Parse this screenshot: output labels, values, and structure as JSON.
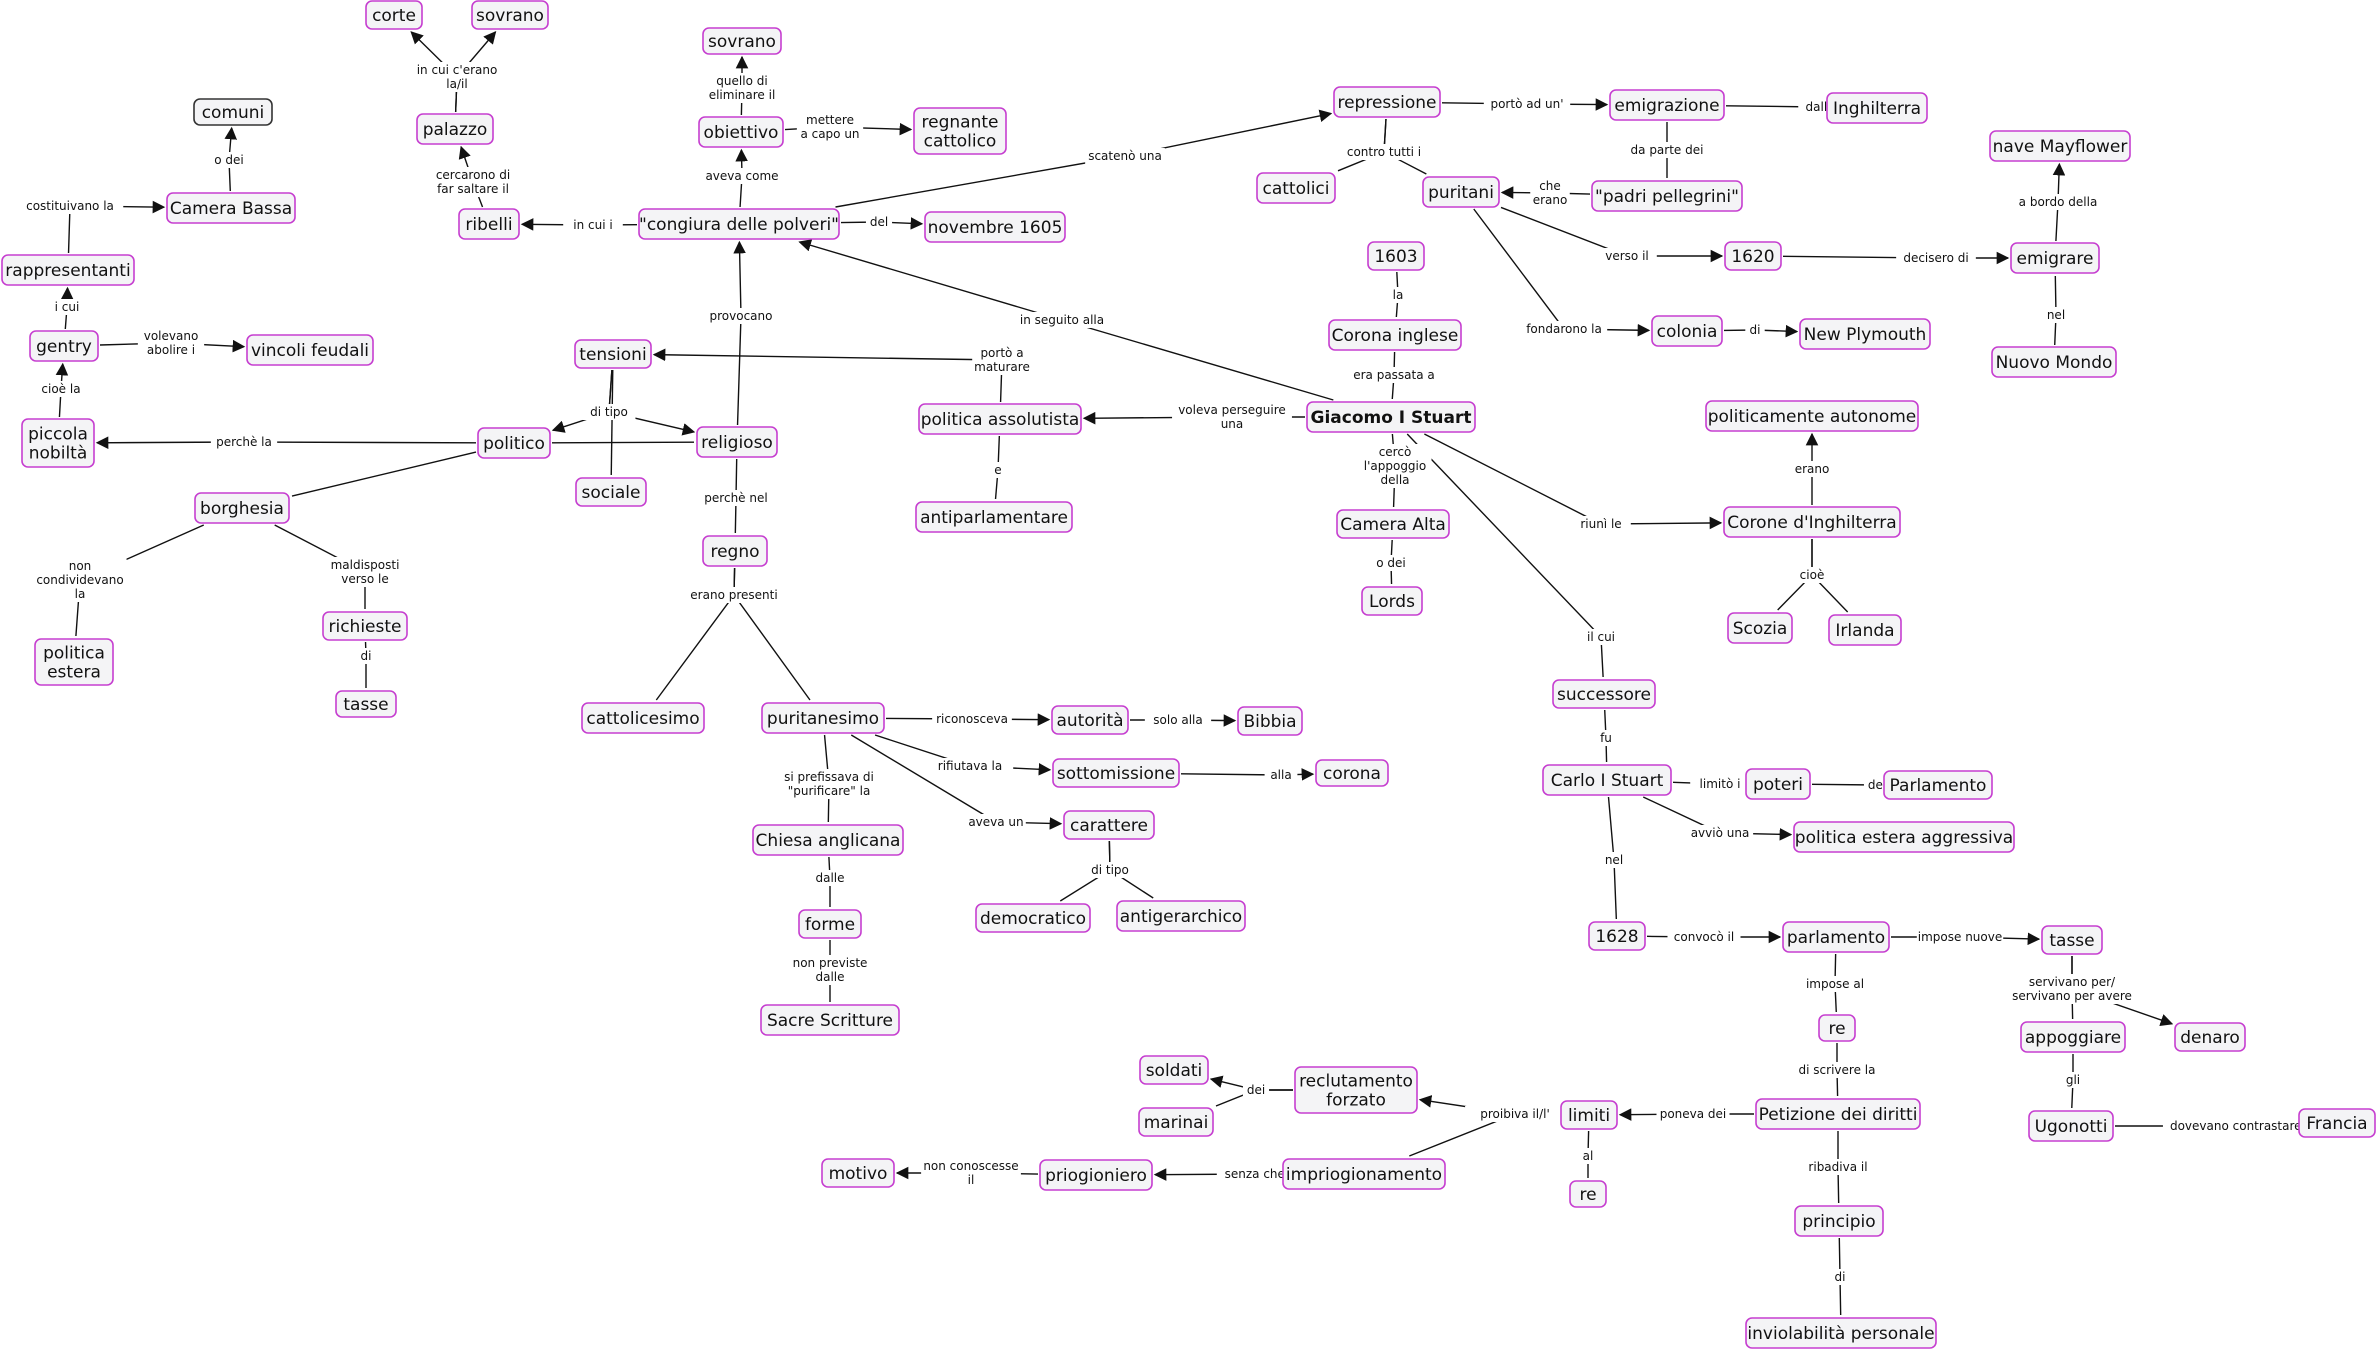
{
  "nodes": [
    {
      "id": "corte",
      "text": "corte"
    },
    {
      "id": "sovrano1",
      "text": "sovrano"
    },
    {
      "id": "sovrano2",
      "text": "sovrano"
    },
    {
      "id": "comuni",
      "text": "comuni",
      "dark": true
    },
    {
      "id": "palazzo",
      "text": "palazzo"
    },
    {
      "id": "obiettivo",
      "text": "obiettivo"
    },
    {
      "id": "regnante",
      "text": "regnante\ncattolico"
    },
    {
      "id": "repressione",
      "text": "repressione"
    },
    {
      "id": "emigrazione",
      "text": "emigrazione"
    },
    {
      "id": "inghilterra",
      "text": "Inghilterra"
    },
    {
      "id": "mayflower",
      "text": "nave Mayflower"
    },
    {
      "id": "camerabassa",
      "text": "Camera Bassa"
    },
    {
      "id": "ribelli",
      "text": "ribelli"
    },
    {
      "id": "congiura",
      "text": "\"congiura delle polveri\""
    },
    {
      "id": "nov1605",
      "text": "novembre 1605"
    },
    {
      "id": "cattolici",
      "text": "cattolici"
    },
    {
      "id": "puritani",
      "text": "puritani"
    },
    {
      "id": "padri",
      "text": "\"padri pellegrini\""
    },
    {
      "id": "rappresentanti",
      "text": "rappresentanti"
    },
    {
      "id": "y1603",
      "text": "1603"
    },
    {
      "id": "y1620",
      "text": "1620"
    },
    {
      "id": "emigrare",
      "text": "emigrare"
    },
    {
      "id": "gentry",
      "text": "gentry"
    },
    {
      "id": "vincoli",
      "text": "vincoli feudali"
    },
    {
      "id": "tensioni",
      "text": "tensioni"
    },
    {
      "id": "coronaing",
      "text": "Corona inglese"
    },
    {
      "id": "colonia",
      "text": "colonia"
    },
    {
      "id": "plymouth",
      "text": "New Plymouth"
    },
    {
      "id": "nuovomondo",
      "text": "Nuovo Mondo"
    },
    {
      "id": "politicaautonome",
      "text": "politicamente autonome"
    },
    {
      "id": "piccola",
      "text": "piccola\nnobiltà"
    },
    {
      "id": "politico",
      "text": "politico"
    },
    {
      "id": "religioso",
      "text": "religioso"
    },
    {
      "id": "polassol",
      "text": "politica assolutista"
    },
    {
      "id": "giacomo",
      "text": "Giacomo I Stuart",
      "bold": true
    },
    {
      "id": "sociale",
      "text": "sociale"
    },
    {
      "id": "borghesia",
      "text": "borghesia"
    },
    {
      "id": "antiparl",
      "text": "antiparlamentare"
    },
    {
      "id": "cameraalta",
      "text": "Camera Alta"
    },
    {
      "id": "coroneing",
      "text": "Corone d'Inghilterra"
    },
    {
      "id": "regno",
      "text": "regno"
    },
    {
      "id": "lords",
      "text": "Lords"
    },
    {
      "id": "richieste",
      "text": "richieste"
    },
    {
      "id": "scozia",
      "text": "Scozia"
    },
    {
      "id": "irlanda",
      "text": "Irlanda"
    },
    {
      "id": "polestera",
      "text": "politica\nestera"
    },
    {
      "id": "successore",
      "text": "successore"
    },
    {
      "id": "tasse1",
      "text": "tasse"
    },
    {
      "id": "cattolicesimo",
      "text": "cattolicesimo"
    },
    {
      "id": "puritanesimo",
      "text": "puritanesimo"
    },
    {
      "id": "autorita",
      "text": "autorità"
    },
    {
      "id": "bibbia",
      "text": "Bibbia"
    },
    {
      "id": "sottomissione",
      "text": "sottomissione"
    },
    {
      "id": "corona",
      "text": "corona"
    },
    {
      "id": "carlo",
      "text": "Carlo I Stuart"
    },
    {
      "id": "poteri",
      "text": "poteri"
    },
    {
      "id": "parlamento1",
      "text": "Parlamento"
    },
    {
      "id": "carattere",
      "text": "carattere"
    },
    {
      "id": "polaggressiva",
      "text": "politica estera aggressiva"
    },
    {
      "id": "chiesa",
      "text": "Chiesa anglicana"
    },
    {
      "id": "democratico",
      "text": "democratico"
    },
    {
      "id": "antigerarchico",
      "text": "antigerarchico"
    },
    {
      "id": "forme",
      "text": "forme"
    },
    {
      "id": "y1628",
      "text": "1628"
    },
    {
      "id": "parlamento2",
      "text": "parlamento"
    },
    {
      "id": "tasse2",
      "text": "tasse"
    },
    {
      "id": "sacre",
      "text": "Sacre Scritture"
    },
    {
      "id": "re1",
      "text": "re"
    },
    {
      "id": "appoggiare",
      "text": "appoggiare"
    },
    {
      "id": "denaro",
      "text": "denaro"
    },
    {
      "id": "soldati",
      "text": "soldati"
    },
    {
      "id": "reclutamento",
      "text": "reclutamento\nforzato"
    },
    {
      "id": "marinai",
      "text": "marinai"
    },
    {
      "id": "limiti",
      "text": "limiti"
    },
    {
      "id": "petizione",
      "text": "Petizione dei diritti"
    },
    {
      "id": "ugonotti",
      "text": "Ugonotti"
    },
    {
      "id": "francia",
      "text": "Francia"
    },
    {
      "id": "motivo",
      "text": "motivo"
    },
    {
      "id": "prigioniero",
      "text": "priogioniero"
    },
    {
      "id": "imprigionamento",
      "text": "impriogionamento"
    },
    {
      "id": "re2",
      "text": "re"
    },
    {
      "id": "principio",
      "text": "principio"
    },
    {
      "id": "inviolabilita",
      "text": "inviolabilità personale"
    }
  ],
  "edges": [
    {
      "from": "palazzo",
      "to": "corte",
      "label": "in cui c'erano\nla/il",
      "arrow": true
    },
    {
      "from": "palazzo",
      "to": "sovrano1",
      "label": "in cui c'erano\nla/il",
      "arrow": true
    },
    {
      "from": "ribelli",
      "to": "palazzo",
      "label": "cercarono di\nfar saltare il",
      "arrow": true
    },
    {
      "from": "camerabassa",
      "to": "comuni",
      "label": "o dei",
      "arrow": true
    },
    {
      "from": "rappresentanti",
      "to": "camerabassa",
      "label": "costituivano la",
      "arrow": true
    },
    {
      "from": "gentry",
      "to": "rappresentanti",
      "label": "i cui",
      "arrow": true
    },
    {
      "from": "gentry",
      "to": "vincoli",
      "label": "volevano\nabolire i",
      "arrow": true
    },
    {
      "from": "piccola",
      "to": "gentry",
      "label": "cioè la",
      "arrow": true
    },
    {
      "from": "politico",
      "to": "piccola",
      "label": "perchè la",
      "arrow": true
    },
    {
      "from": "obiettivo",
      "to": "sovrano2",
      "label": "quello di\neliminare il",
      "arrow": true
    },
    {
      "from": "obiettivo",
      "to": "regnante",
      "label": "mettere\na capo un",
      "arrow": true
    },
    {
      "from": "congiura",
      "to": "obiettivo",
      "label": "aveva come",
      "arrow": true
    },
    {
      "from": "congiura",
      "to": "ribelli",
      "label": "in cui i",
      "arrow": true
    },
    {
      "from": "congiura",
      "to": "nov1605",
      "label": "del",
      "arrow": true
    },
    {
      "from": "congiura",
      "to": "repressione",
      "label": "scatenò una",
      "arrow": true
    },
    {
      "from": "repressione",
      "to": "emigrazione",
      "label": "portò ad un'",
      "arrow": true
    },
    {
      "from": "emigrazione",
      "to": "inghilterra",
      "label": "dall'",
      "arrow": true
    },
    {
      "from": "repressione",
      "to": "cattolici",
      "label": "contro tutti i",
      "arrow": false
    },
    {
      "from": "repressione",
      "to": "puritani",
      "label": "contro tutti i",
      "arrow": false
    },
    {
      "from": "emigrazione",
      "to": "padri",
      "label": "da parte dei",
      "arrow": false
    },
    {
      "from": "padri",
      "to": "puritani",
      "label": "che\nerano",
      "arrow": true
    },
    {
      "from": "puritani",
      "to": "y1620",
      "label": "verso il",
      "arrow": true
    },
    {
      "from": "y1620",
      "to": "emigrare",
      "label": "decisero di",
      "arrow": true
    },
    {
      "from": "emigrare",
      "to": "mayflower",
      "label": "a bordo della",
      "arrow": true
    },
    {
      "from": "nuovomondo",
      "to": "emigrare",
      "label": "nel",
      "arrow": false
    },
    {
      "from": "puritani",
      "to": "colonia",
      "label": "fondarono la",
      "arrow": true
    },
    {
      "from": "colonia",
      "to": "plymouth",
      "label": "di",
      "arrow": true
    },
    {
      "from": "religioso",
      "to": "congiura",
      "label": "provocano",
      "arrow": true
    },
    {
      "from": "politico",
      "to": "religioso",
      "label": "",
      "arrow": false
    },
    {
      "from": "tensioni",
      "to": "politico",
      "label": "di tipo",
      "arrow": true
    },
    {
      "from": "tensioni",
      "to": "religioso",
      "label": "di tipo",
      "arrow": true
    },
    {
      "from": "tensioni",
      "to": "sociale",
      "label": "",
      "arrow": false
    },
    {
      "from": "polassol",
      "to": "tensioni",
      "label": "portò a\nmaturare",
      "arrow": true
    },
    {
      "from": "polassol",
      "to": "antiparl",
      "label": "e",
      "arrow": false
    },
    {
      "from": "giacomo",
      "to": "polassol",
      "label": "voleva perseguire\nuna",
      "arrow": true
    },
    {
      "from": "giacomo",
      "to": "congiura",
      "label": "in seguito alla",
      "arrow": true
    },
    {
      "from": "y1603",
      "to": "coronaing",
      "label": "la",
      "arrow": false
    },
    {
      "from": "coronaing",
      "to": "giacomo",
      "label": "era passata a",
      "arrow": false
    },
    {
      "from": "giacomo",
      "to": "cameraalta",
      "label": "cercò\nl'appoggio\ndella",
      "arrow": false
    },
    {
      "from": "cameraalta",
      "to": "lords",
      "label": "o dei",
      "arrow": false
    },
    {
      "from": "giacomo",
      "to": "coroneing",
      "label": "riunì le",
      "arrow": true
    },
    {
      "from": "coroneing",
      "to": "politicaautonome",
      "label": "erano",
      "arrow": true
    },
    {
      "from": "coroneing",
      "to": "scozia",
      "label": "cioè",
      "arrow": false
    },
    {
      "from": "coroneing",
      "to": "irlanda",
      "label": "cioè",
      "arrow": false
    },
    {
      "from": "giacomo",
      "to": "successore",
      "label": "il cui",
      "arrow": false
    },
    {
      "from": "successore",
      "to": "carlo",
      "label": "fu",
      "arrow": false
    },
    {
      "from": "politico",
      "to": "borghesia",
      "label": "",
      "arrow": false
    },
    {
      "from": "borghesia",
      "to": "polestera",
      "label": "non\ncondividevano\nla",
      "arrow": false
    },
    {
      "from": "borghesia",
      "to": "richieste",
      "label": "maldisposti\nverso le",
      "arrow": false
    },
    {
      "from": "richieste",
      "to": "tasse1",
      "label": "di",
      "arrow": false
    },
    {
      "from": "religioso",
      "to": "regno",
      "label": "perchè nel",
      "arrow": false
    },
    {
      "from": "regno",
      "to": "cattolicesimo",
      "label": "erano presenti",
      "arrow": false
    },
    {
      "from": "regno",
      "to": "puritanesimo",
      "label": "erano presenti",
      "arrow": false
    },
    {
      "from": "puritanesimo",
      "to": "autorita",
      "label": "riconosceva",
      "arrow": true
    },
    {
      "from": "autorita",
      "to": "bibbia",
      "label": "solo alla",
      "arrow": true
    },
    {
      "from": "puritanesimo",
      "to": "sottomissione",
      "label": "rifiutava la",
      "arrow": true
    },
    {
      "from": "sottomissione",
      "to": "corona",
      "label": "alla",
      "arrow": true
    },
    {
      "from": "puritanesimo",
      "to": "carattere",
      "label": "aveva un",
      "arrow": true
    },
    {
      "from": "carattere",
      "to": "democratico",
      "label": "di tipo",
      "arrow": false
    },
    {
      "from": "carattere",
      "to": "antigerarchico",
      "label": "di tipo",
      "arrow": false
    },
    {
      "from": "puritanesimo",
      "to": "chiesa",
      "label": "si prefissava di\n\"purificare\" la",
      "arrow": false
    },
    {
      "from": "chiesa",
      "to": "forme",
      "label": "dalle",
      "arrow": false
    },
    {
      "from": "forme",
      "to": "sacre",
      "label": "non previste\ndalle",
      "arrow": false
    },
    {
      "from": "carlo",
      "to": "poteri",
      "label": "limitò i",
      "arrow": true
    },
    {
      "from": "poteri",
      "to": "parlamento1",
      "label": "del",
      "arrow": true
    },
    {
      "from": "carlo",
      "to": "polaggressiva",
      "label": "avviò una",
      "arrow": true
    },
    {
      "from": "carlo",
      "to": "y1628",
      "label": "nel",
      "arrow": false
    },
    {
      "from": "y1628",
      "to": "parlamento2",
      "label": "convocò il",
      "arrow": true
    },
    {
      "from": "parlamento2",
      "to": "tasse2",
      "label": "impose nuove",
      "arrow": true
    },
    {
      "from": "tasse2",
      "to": "appoggiare",
      "label": "servivano per/\nservivano per avere",
      "arrow": false
    },
    {
      "from": "tasse2",
      "to": "denaro",
      "label": "servivano per/\nservivano per avere",
      "arrow": true
    },
    {
      "from": "appoggiare",
      "to": "ugonotti",
      "label": "gli",
      "arrow": false
    },
    {
      "from": "ugonotti",
      "to": "francia",
      "label": "dovevano contrastare la",
      "arrow": true
    },
    {
      "from": "parlamento2",
      "to": "re1",
      "label": "impose al",
      "arrow": false
    },
    {
      "from": "re1",
      "to": "petizione",
      "label": "di scrivere la",
      "arrow": false
    },
    {
      "from": "petizione",
      "to": "limiti",
      "label": "poneva dei",
      "arrow": true
    },
    {
      "from": "petizione",
      "to": "principio",
      "label": "ribadiva il",
      "arrow": false
    },
    {
      "from": "principio",
      "to": "inviolabilita",
      "label": "di",
      "arrow": false
    },
    {
      "from": "limiti",
      "to": "re2",
      "label": "al",
      "arrow": false
    },
    {
      "from": "limiti",
      "to": "reclutamento",
      "label": "proibiva il/l'",
      "arrow": true
    },
    {
      "from": "limiti",
      "to": "imprigionamento",
      "label": "proibiva il/l'",
      "arrow": false
    },
    {
      "from": "reclutamento",
      "to": "soldati",
      "label": "dei",
      "arrow": true
    },
    {
      "from": "reclutamento",
      "to": "marinai",
      "label": "dei",
      "arrow": false
    },
    {
      "from": "imprigionamento",
      "to": "prigioniero",
      "label": "senza che il",
      "arrow": true
    },
    {
      "from": "prigioniero",
      "to": "motivo",
      "label": "non conoscesse\nil",
      "arrow": true
    }
  ]
}
